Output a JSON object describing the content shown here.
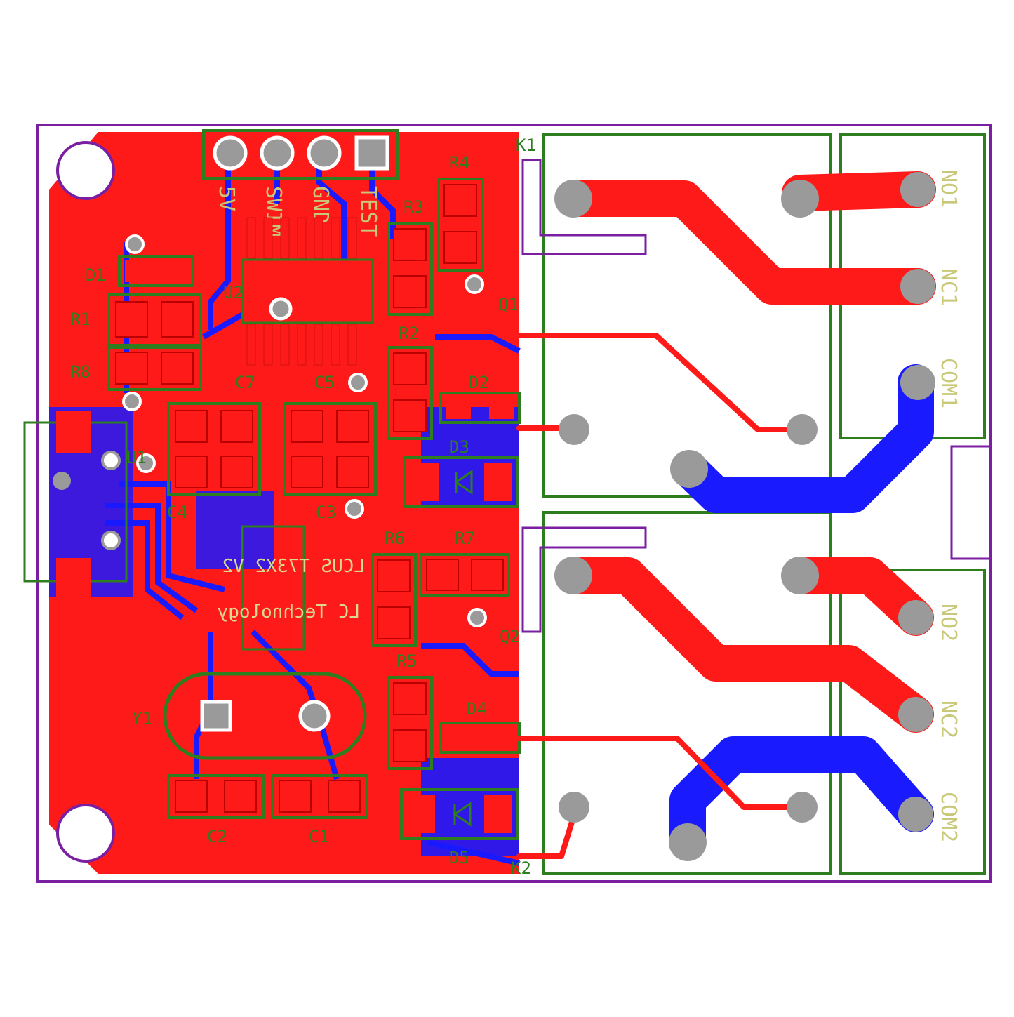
{
  "colors": {
    "top_copper": "#ff1a1a",
    "bottom_copper": "#1a1aff",
    "silkscreen": "#2e7d1e",
    "outline": "#7a1fa2",
    "pad": "#9a9a9a",
    "terminal_text": "#c8c878"
  },
  "header_pins": [
    "5V",
    "SWIM",
    "GND",
    "TEST"
  ],
  "terminals": [
    "NO1",
    "NC1",
    "COM1",
    "NO2",
    "NC2",
    "COM2"
  ],
  "board_text": {
    "model": "LCUS_T73X2_V2",
    "maker": "LC Technology"
  },
  "designators": {
    "k1": "K1",
    "k2": "K2",
    "r1": "R1",
    "r2": "R2",
    "r4": "R4",
    "r5": "R5",
    "r6": "R6",
    "r7": "R7",
    "r8": "R8",
    "d1": "D1",
    "d2": "D2",
    "d3": "D3",
    "d4": "D4",
    "d5": "D5",
    "q1": "Q1",
    "q2": "Q2",
    "u2": "U2",
    "u1": "U1",
    "c1": "C1",
    "c2": "C2",
    "c3": "C3",
    "c4": "C4",
    "c5": "C5",
    "c7": "C7",
    "y1": "Y1",
    "r3": "R3"
  }
}
